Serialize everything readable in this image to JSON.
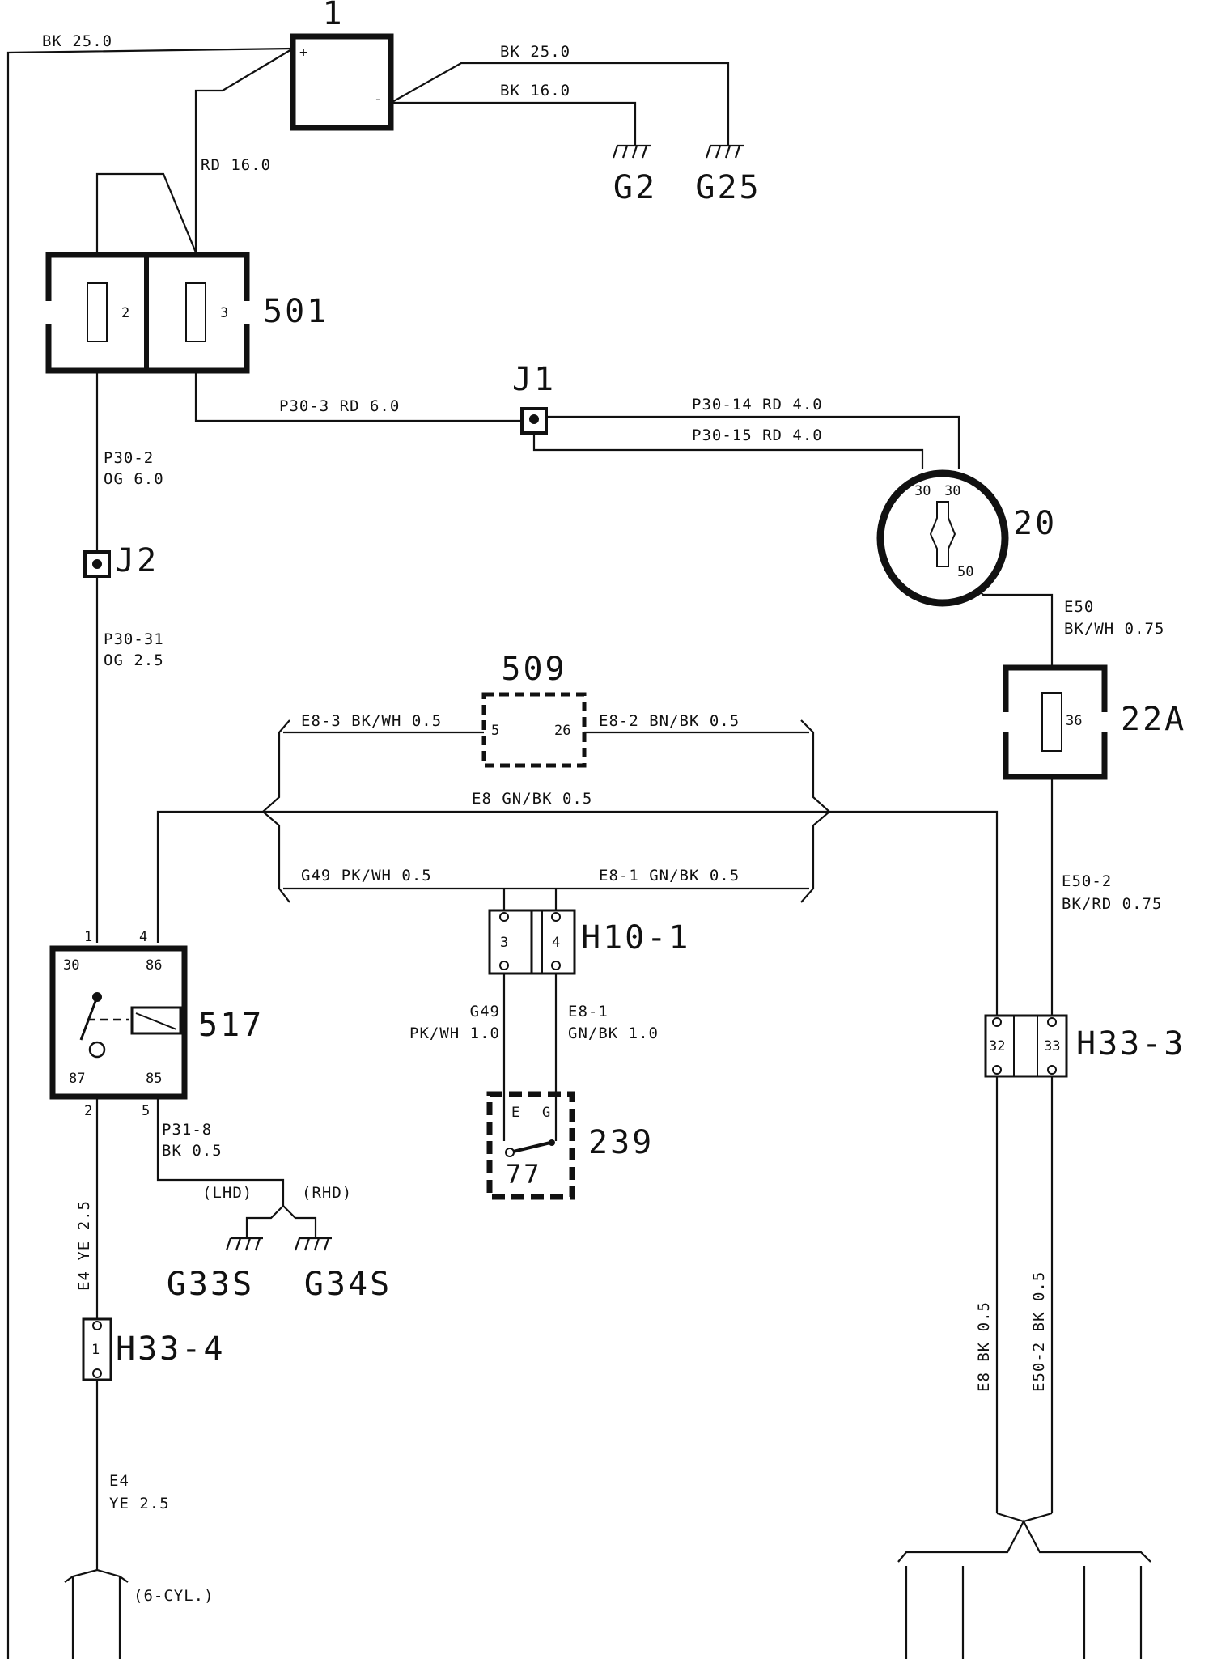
{
  "components": {
    "battery": "1",
    "fusebox": "501",
    "fuse_2": "2",
    "fuse_3": "3",
    "ignition_switch": "20",
    "pin_30a": "30",
    "pin_30b": "30",
    "pin_50": "50",
    "fuse_22a": "22A",
    "fuse_36": "36",
    "relay": "517",
    "relay_pin_30": "30",
    "relay_pin_86": "86",
    "relay_pin_87": "87",
    "relay_pin_85": "85",
    "relay_term_1": "1",
    "relay_term_4": "4",
    "relay_term_2": "2",
    "relay_term_5": "5",
    "module_509": "509",
    "module_pin_5": "5",
    "module_pin_26": "26",
    "connector_h10_1": "H10-1",
    "h10_pin_3": "3",
    "h10_pin_4": "4",
    "connector_h33_3": "H33-3",
    "h33_3_pin_32": "32",
    "h33_3_pin_33": "33",
    "connector_h33_4": "H33-4",
    "h33_4_pin_1": "1",
    "switch_239": "239",
    "switch_pin_e": "E",
    "switch_pin_g": "G",
    "switch_77": "77",
    "junction_j1": "J1",
    "junction_j2": "J2"
  },
  "grounds": {
    "g2": "G2",
    "g25": "G25",
    "g33s": "G33S",
    "g34s": "G34S",
    "lhd": "(LHD)",
    "rhd": "(RHD)"
  },
  "wires": {
    "bk25_left": "BK 25.0",
    "bk25_right": "BK 25.0",
    "bk16": "BK 16.0",
    "rd16": "RD 16.0",
    "p30_3": "P30-3   RD  6.0",
    "p30_14": "P30-14 RD 4.0",
    "p30_15": "P30-15 RD 4.0",
    "p30_2_a": "P30-2",
    "p30_2_b": "OG 6.0",
    "p30_31_a": "P30-31",
    "p30_31_b": "OG 2.5",
    "e50_a": "E50",
    "e50_b": "BK/WH 0.75",
    "e50_2_a": "E50-2",
    "e50_2_b": "BK/RD 0.75",
    "e8_3": "E8-3 BK/WH 0.5",
    "e8_2": "E8-2 BN/BK 0.5",
    "e8": "E8  GN/BK  0.5",
    "g49_top": "G49 PK/WH 0.5",
    "e8_1_top": "E8-1  GN/BK 0.5",
    "g49_a": "G49",
    "g49_b": "PK/WH 1.0",
    "e8_1_a": "E8-1",
    "e8_1_b": "GN/BK 1.0",
    "p31_8_a": "P31-8",
    "p31_8_b": "BK  0.5",
    "e4_vert": "E4  YE  2.5",
    "e4_a": "E4",
    "e4_b": "YE 2.5",
    "six_cyl": "(6-CYL.)",
    "e8_bk_vert": "E8 BK 0.5",
    "e50_2_bk_vert": "E50-2 BK 0.5"
  }
}
